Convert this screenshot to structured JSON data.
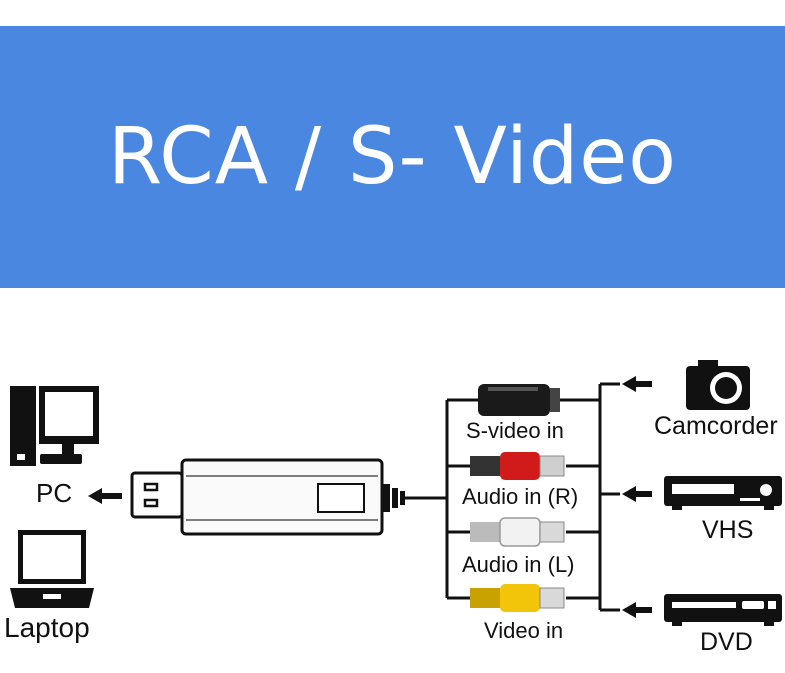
{
  "banner": {
    "title": "RCA / S- Video",
    "color": "#4a87e0"
  },
  "computers": {
    "pc_label": "PC",
    "laptop_label": "Laptop"
  },
  "connectors": {
    "svideo_label": "S-video in",
    "audio_r_label": "Audio in (R)",
    "audio_l_label": "Audio in (L)",
    "video_label": "Video in",
    "colors": {
      "svideo": "#1a1a1a",
      "audio_r": "#d11a1a",
      "audio_l": "#f2f2f2",
      "video": "#f2c40a"
    }
  },
  "devices": {
    "camcorder_label": "Camcorder",
    "vhs_label": "VHS",
    "dvd_label": "DVD"
  },
  "icons": [
    "monitor-icon",
    "laptop-icon",
    "usb-plug-icon",
    "camera-icon",
    "vhs-player-icon",
    "dvd-player-icon",
    "arrow-left-icon"
  ]
}
